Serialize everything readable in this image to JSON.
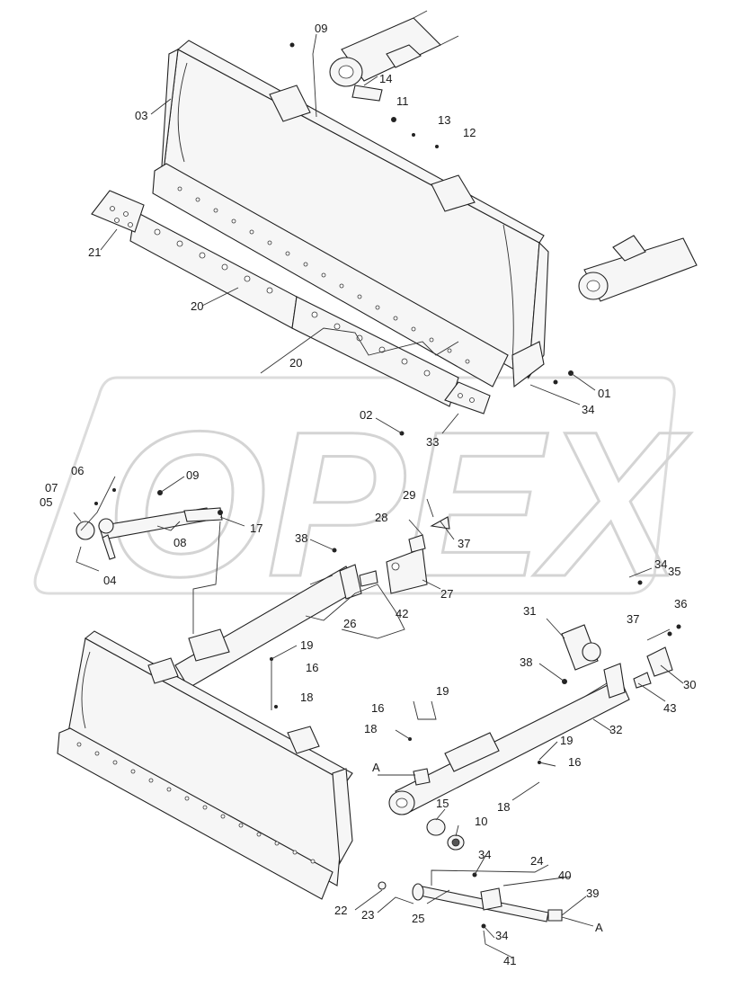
{
  "watermark": {
    "text": "OPEX"
  },
  "callouts": [
    {
      "id": "c-09-top",
      "text": "09"
    },
    {
      "id": "c-03",
      "text": "03"
    },
    {
      "id": "c-14",
      "text": "14"
    },
    {
      "id": "c-11",
      "text": "11"
    },
    {
      "id": "c-13",
      "text": "13"
    },
    {
      "id": "c-12",
      "text": "12"
    },
    {
      "id": "c-21",
      "text": "21"
    },
    {
      "id": "c-20a",
      "text": "20"
    },
    {
      "id": "c-20b",
      "text": "20"
    },
    {
      "id": "c-01",
      "text": "01"
    },
    {
      "id": "c-34a",
      "text": "34"
    },
    {
      "id": "c-02",
      "text": "02"
    },
    {
      "id": "c-33",
      "text": "33"
    },
    {
      "id": "c-06",
      "text": "06"
    },
    {
      "id": "c-07",
      "text": "07"
    },
    {
      "id": "c-05",
      "text": "05"
    },
    {
      "id": "c-09b",
      "text": "09"
    },
    {
      "id": "c-08",
      "text": "08"
    },
    {
      "id": "c-17",
      "text": "17"
    },
    {
      "id": "c-04",
      "text": "04"
    },
    {
      "id": "c-29",
      "text": "29"
    },
    {
      "id": "c-28",
      "text": "28"
    },
    {
      "id": "c-37a",
      "text": "37"
    },
    {
      "id": "c-38a",
      "text": "38"
    },
    {
      "id": "c-27",
      "text": "27"
    },
    {
      "id": "c-42",
      "text": "42"
    },
    {
      "id": "c-26",
      "text": "26"
    },
    {
      "id": "c-34b",
      "text": "34"
    },
    {
      "id": "c-35",
      "text": "35"
    },
    {
      "id": "c-31",
      "text": "31"
    },
    {
      "id": "c-36",
      "text": "36"
    },
    {
      "id": "c-37b",
      "text": "37"
    },
    {
      "id": "c-38b",
      "text": "38"
    },
    {
      "id": "c-30",
      "text": "30"
    },
    {
      "id": "c-43",
      "text": "43"
    },
    {
      "id": "c-19a",
      "text": "19"
    },
    {
      "id": "c-16a",
      "text": "16"
    },
    {
      "id": "c-18a",
      "text": "18"
    },
    {
      "id": "c-16b",
      "text": "16"
    },
    {
      "id": "c-19b",
      "text": "19"
    },
    {
      "id": "c-18b",
      "text": "18"
    },
    {
      "id": "c-32",
      "text": "32"
    },
    {
      "id": "c-A1",
      "text": "A"
    },
    {
      "id": "c-19c",
      "text": "19"
    },
    {
      "id": "c-16c",
      "text": "16"
    },
    {
      "id": "c-18c",
      "text": "18"
    },
    {
      "id": "c-15",
      "text": "15"
    },
    {
      "id": "c-10",
      "text": "10"
    },
    {
      "id": "c-34c",
      "text": "34"
    },
    {
      "id": "c-24",
      "text": "24"
    },
    {
      "id": "c-40",
      "text": "40"
    },
    {
      "id": "c-39",
      "text": "39"
    },
    {
      "id": "c-22",
      "text": "22"
    },
    {
      "id": "c-23",
      "text": "23"
    },
    {
      "id": "c-25",
      "text": "25"
    },
    {
      "id": "c-34d",
      "text": "34"
    },
    {
      "id": "c-41",
      "text": "41"
    },
    {
      "id": "c-A2",
      "text": "A"
    }
  ]
}
